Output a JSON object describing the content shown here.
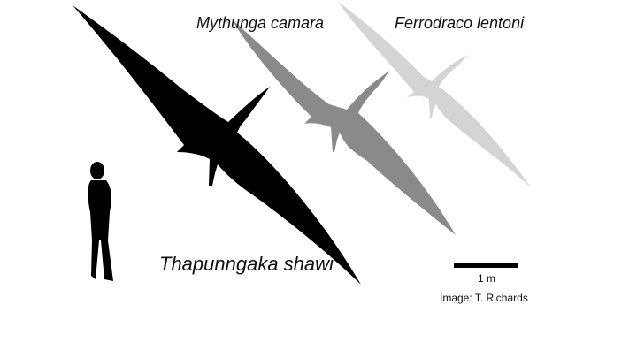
{
  "species": {
    "thapunngaka": {
      "name": "Thapunngaka shawi",
      "color": "#000000"
    },
    "mythunga": {
      "name": "Mythunga camara",
      "color": "#8a8a8a"
    },
    "ferrodraco": {
      "name": "Ferrodraco lentoni",
      "color": "#d4d4d4"
    }
  },
  "human": {
    "icon": "human-silhouette-icon",
    "color": "#000000"
  },
  "scale": {
    "label": "1 m"
  },
  "credit": "Image: T. Richards"
}
